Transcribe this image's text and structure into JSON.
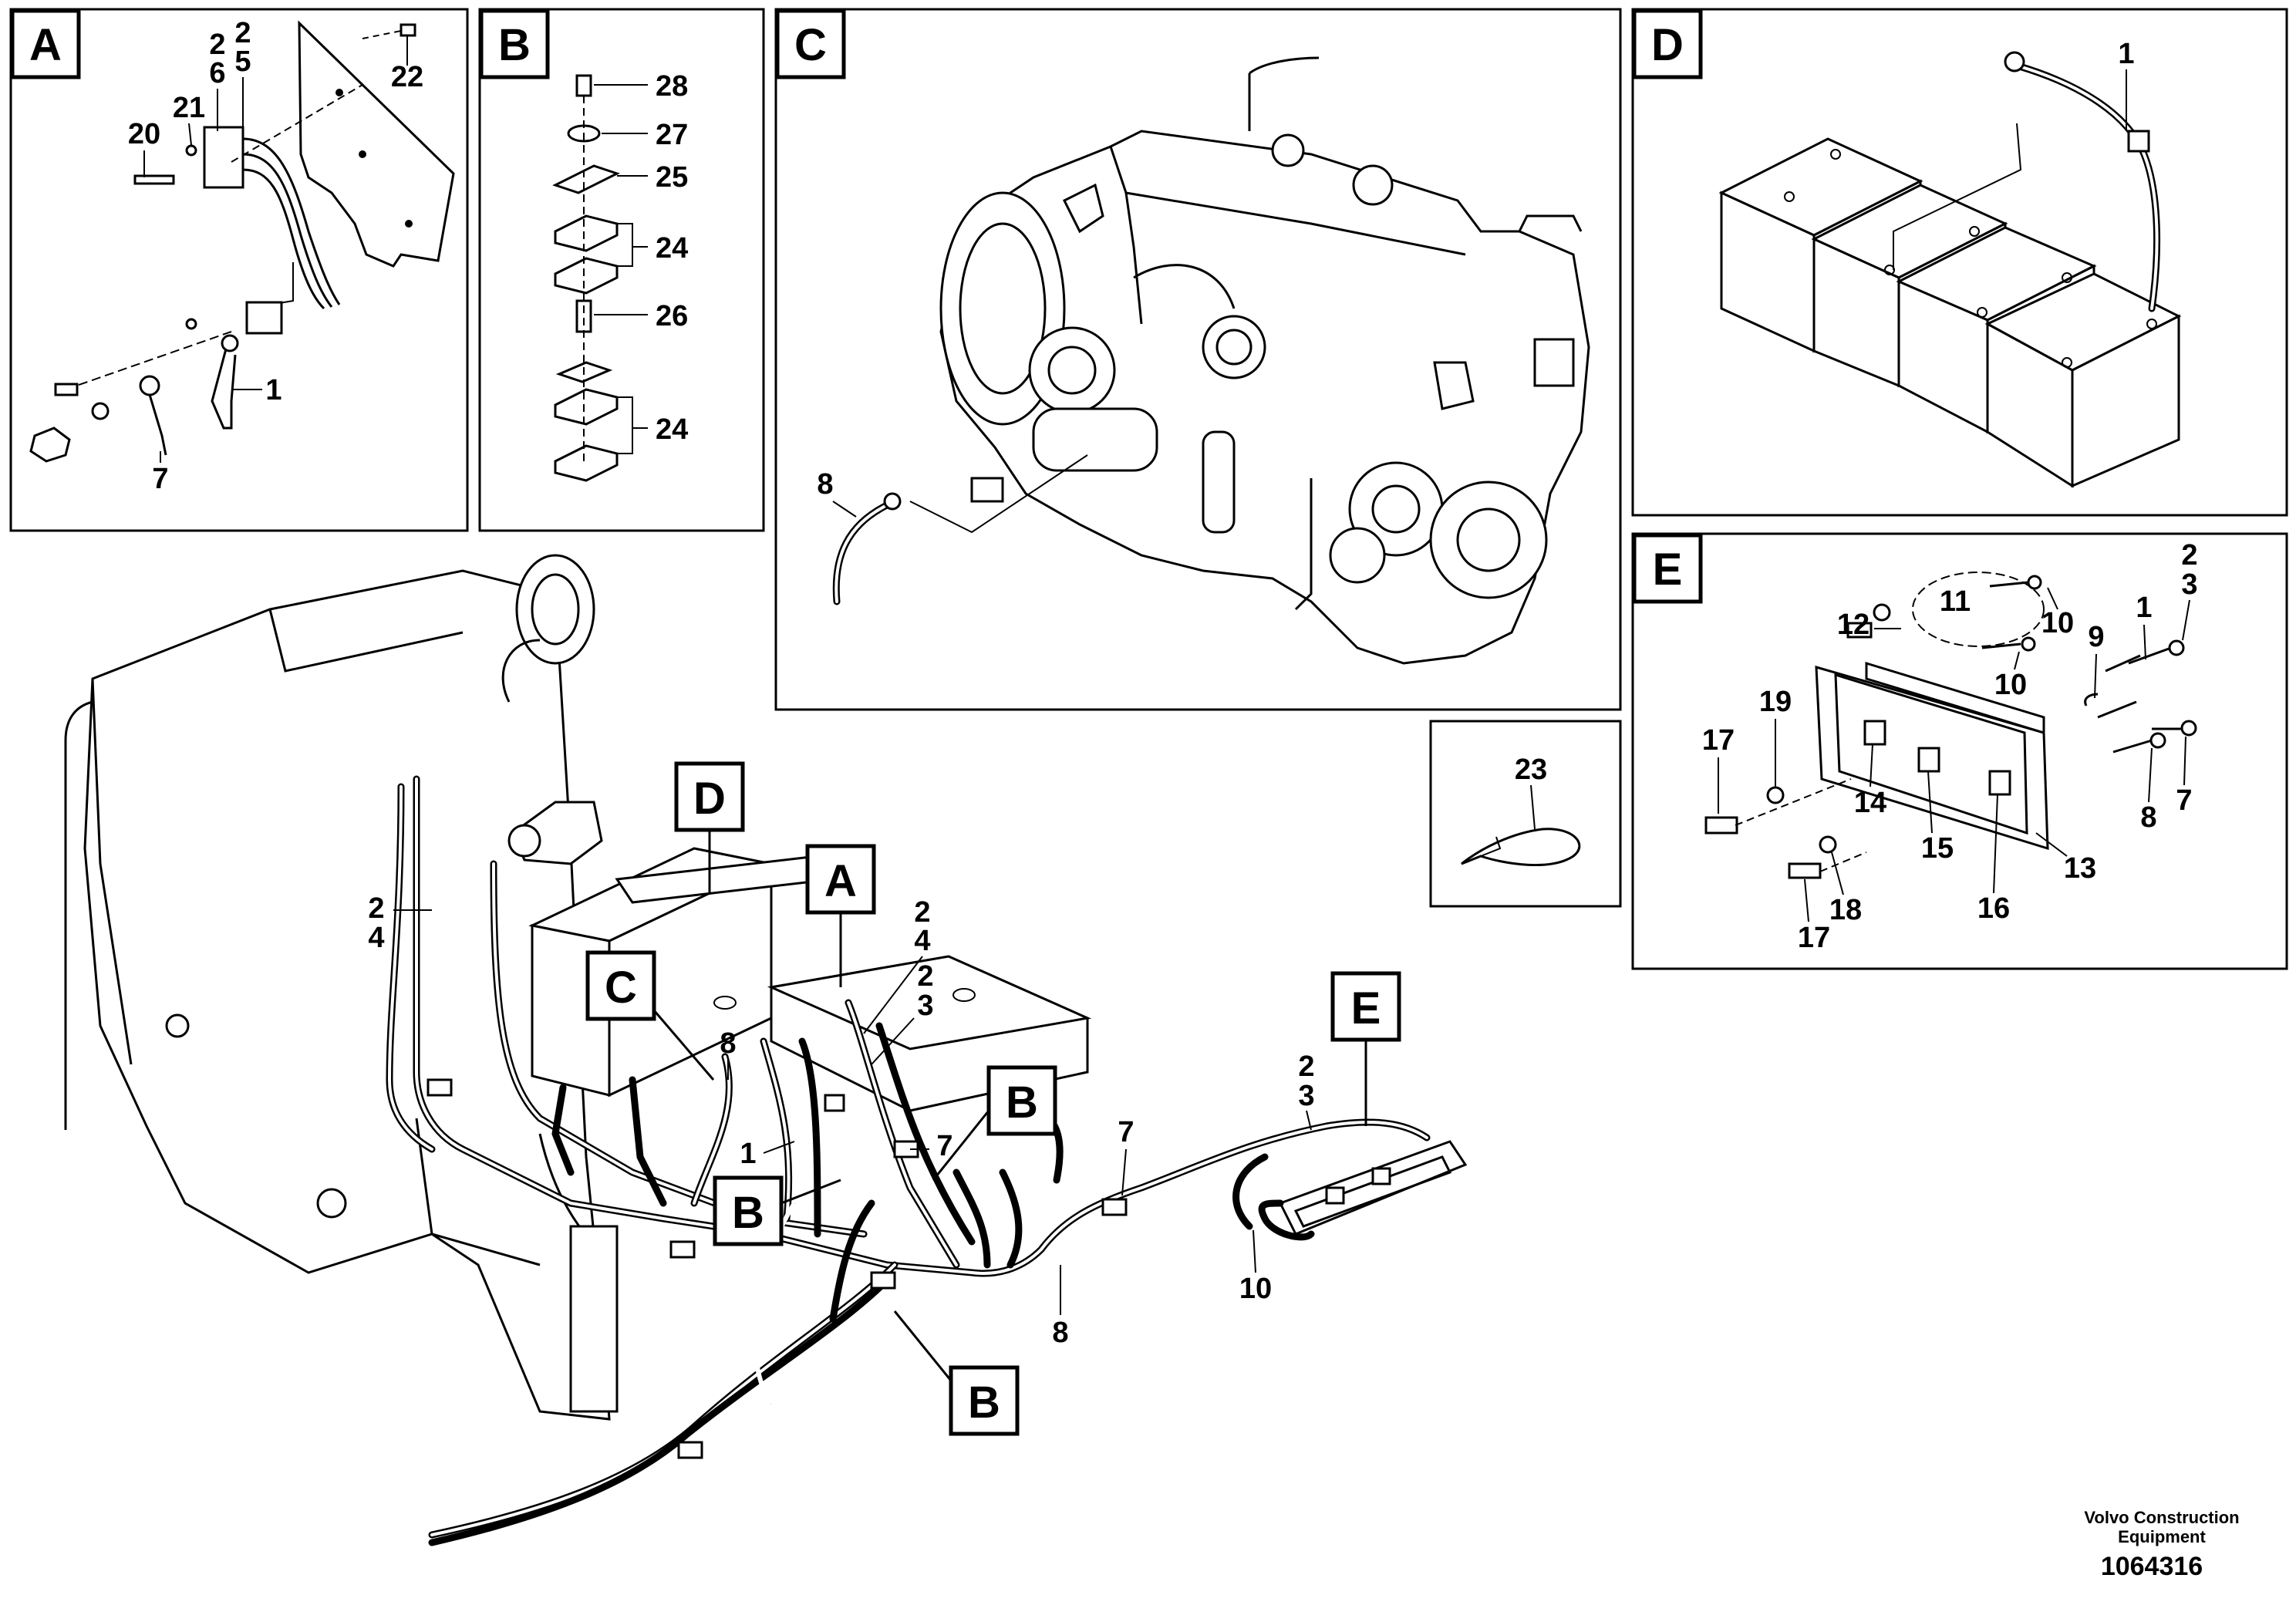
{
  "panels": {
    "A": {
      "letter": "A",
      "callouts": [
        "22",
        "2",
        "5",
        "2",
        "6",
        "21",
        "20",
        "1",
        "7"
      ]
    },
    "B": {
      "letter": "B",
      "callouts": [
        "28",
        "27",
        "25",
        "24",
        "26",
        "24"
      ]
    },
    "C": {
      "letter": "C",
      "callouts": [
        "8"
      ]
    },
    "D": {
      "letter": "D",
      "callouts": [
        "1"
      ]
    },
    "E": {
      "letter": "E",
      "callouts": [
        "11",
        "10",
        "12",
        "10",
        "9",
        "1",
        "2",
        "3",
        "17",
        "19",
        "14",
        "15",
        "16",
        "13",
        "8",
        "7",
        "17",
        "18"
      ]
    },
    "F": {
      "callouts": [
        "23"
      ]
    }
  },
  "main_view": {
    "refs": [
      "D",
      "A",
      "C",
      "B",
      "B",
      "B",
      "E"
    ],
    "callouts": [
      "2",
      "4",
      "2",
      "4",
      "2",
      "3",
      "8",
      "1",
      "7",
      "7",
      "2",
      "3",
      "10",
      "8"
    ]
  },
  "footer": {
    "company_line1": "Volvo Construction",
    "company_line2": "Equipment",
    "drawing_id": "1064316"
  }
}
